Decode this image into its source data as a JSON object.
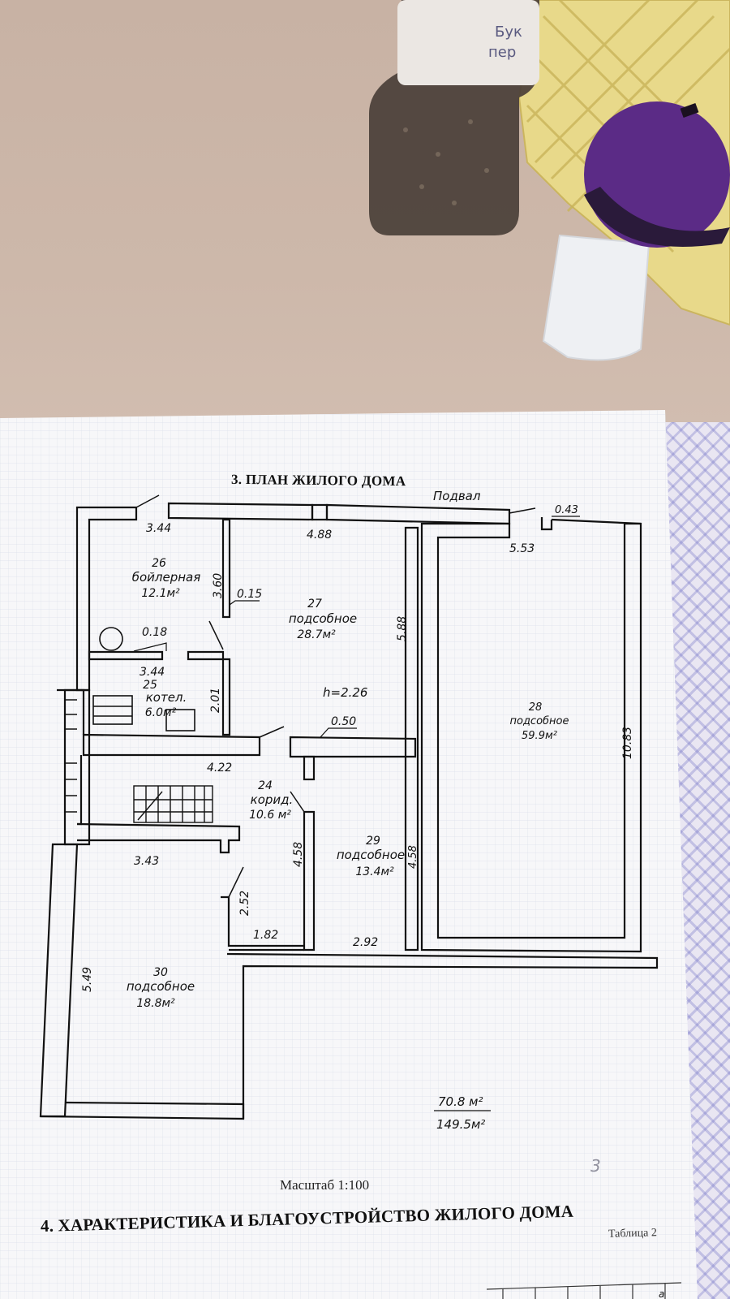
{
  "document": {
    "plan_title": "3. ПЛАН ЖИЛОГО ДОМА",
    "floor_label": "Подвал",
    "scale_label": "Масштаб  1:100",
    "next_section_title": "4. ХАРАКТЕРИСТИКА И БЛАГОУСТРОЙСТВО ЖИЛОГО ДОМА",
    "table_label": "Таблица 2",
    "table_corner_letter": "а"
  },
  "rooms": [
    {
      "number": "26",
      "name": "бойлерная",
      "area": "12.1м²"
    },
    {
      "number": "27",
      "name": "подсобное",
      "area": "28.7м²"
    },
    {
      "number": "25",
      "name": "котел.",
      "area": "6.0м²"
    },
    {
      "number": "24",
      "name": "корид.",
      "area": "10.6 м²"
    },
    {
      "number": "29",
      "name": "подсобное",
      "area": "13.4м²"
    },
    {
      "number": "28",
      "name": "подсобное",
      "area": "59.9м²"
    },
    {
      "number": "30",
      "name": "подсобное",
      "area": "18.8м²"
    }
  ],
  "dimensions": {
    "d_3_44_top": "3.44",
    "d_4_88": "4.88",
    "d_0_43": "0.43",
    "d_5_53": "5.53",
    "d_3_60": "3.60",
    "d_0_15": "0.15",
    "d_5_88": "5.88",
    "d_0_18": "0.18",
    "d_3_44_mid": "3.44",
    "d_2_01": "2.01",
    "d_h": "h=2.26",
    "d_0_50": "0.50",
    "d_10_83": "10.83",
    "d_4_22": "4.22",
    "d_3_43": "3.43",
    "d_4_58_left": "4.58",
    "d_4_58_right": "4.58",
    "d_2_52": "2.52",
    "d_1_82": "1.82",
    "d_2_92": "2.92",
    "d_5_49": "5.49"
  },
  "totals": {
    "upper": "70.8 м²",
    "lower": "149.5м²"
  },
  "handwritten_mark": "3",
  "colors": {
    "paper": "#f7f7f9",
    "grid": "#d9dde6",
    "wall": "#111111",
    "pencil": "#2b2b44",
    "cloth": "#c9b4a6",
    "lace": "#8a8ad0"
  }
}
